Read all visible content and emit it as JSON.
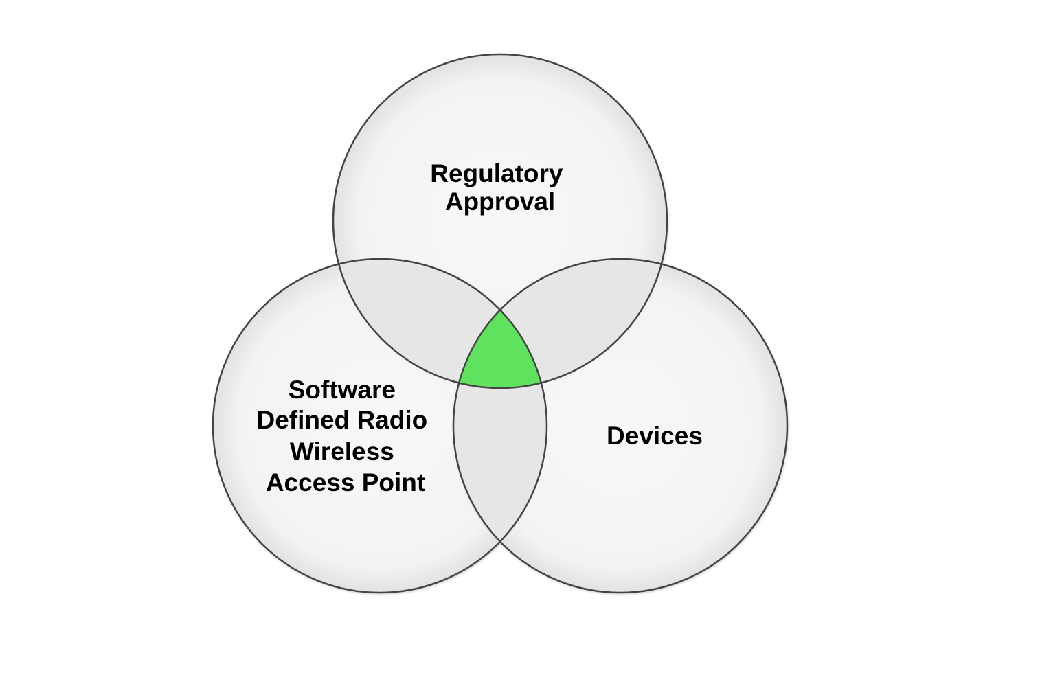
{
  "diagram": {
    "type": "venn",
    "sets": [
      {
        "id": "top",
        "label_lines": [
          "Regulatory",
          "Approval"
        ]
      },
      {
        "id": "left",
        "label_lines": [
          "Software",
          "Defined Radio",
          "Wireless",
          "Access Point"
        ]
      },
      {
        "id": "right",
        "label_lines": [
          "Devices"
        ]
      }
    ],
    "highlight": {
      "region": "intersection-all",
      "color": "#5fe35f"
    },
    "colors": {
      "circle_fill": "#f4f4f4",
      "overlap_fill": "#e6e6e6",
      "outline": "#444444"
    }
  }
}
